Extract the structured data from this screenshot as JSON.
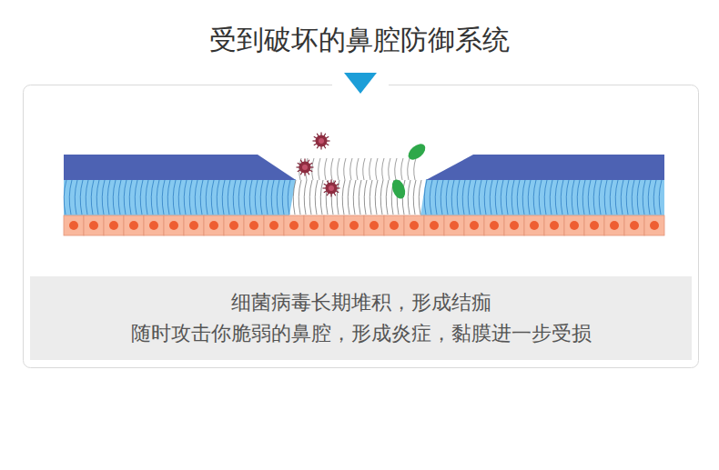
{
  "diagram": {
    "title": "受到破坏的鼻腔防御系统",
    "nodes": [
      {
        "text": [
          "细菌病毒长期堆积，形成结痂",
          "随时攻击你脆弱的鼻腔，形成炎症，黏膜进一步受损"
        ]
      }
    ]
  }
}
